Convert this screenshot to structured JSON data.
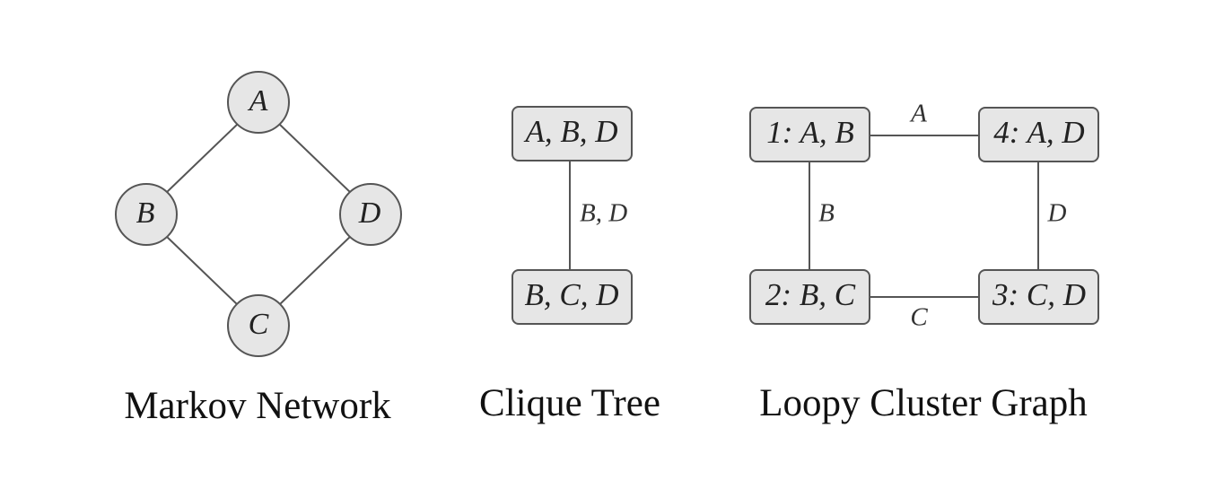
{
  "markov_network": {
    "caption": "Markov Network",
    "nodes": {
      "a": "A",
      "b": "B",
      "c": "C",
      "d": "D"
    }
  },
  "clique_tree": {
    "caption": "Clique Tree",
    "cliques": {
      "top": "A, B, D",
      "bottom": "B, C, D"
    },
    "sepset": "B, D"
  },
  "loopy_cluster_graph": {
    "caption": "Loopy Cluster Graph",
    "clusters": {
      "c1": "1: A, B",
      "c2": "2: B, C",
      "c3": "3: C, D",
      "c4": "4: A, D"
    },
    "edges": {
      "c1_c4": "A",
      "c1_c2": "B",
      "c4_c3": "D",
      "c2_c3": "C"
    }
  }
}
